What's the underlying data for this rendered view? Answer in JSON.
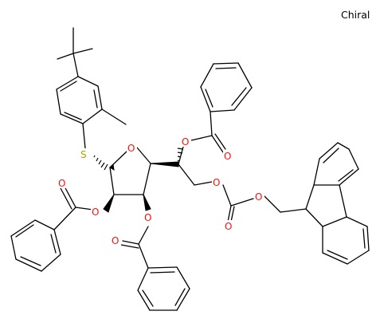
{
  "label_chiral": "Chiral",
  "atoms": {
    "sulfur": "S",
    "oxygen": "O"
  },
  "colors": {
    "bond": "#000000",
    "oxygen": "#ff0d0d",
    "sulfur": "#b2a100",
    "background": "#ffffff"
  }
}
